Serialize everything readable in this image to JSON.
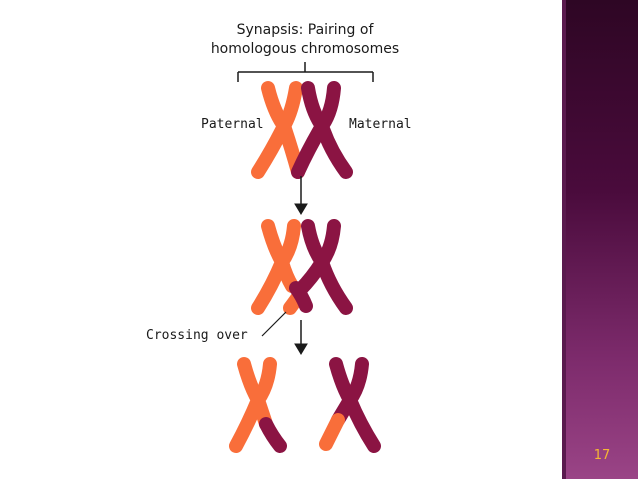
{
  "diagram": {
    "title_line1": "Synapsis: Pairing of",
    "title_line2": "homologous chromosomes",
    "label_paternal": "Paternal",
    "label_maternal": "Maternal",
    "label_crossing": "Crossing over"
  },
  "slide": {
    "page_number": "17"
  },
  "colors": {
    "paternal": "#f96e3a",
    "maternal": "#8b1443",
    "sidebar_dark": "#2e0624",
    "sidebar_light": "#9a4486",
    "page_number": "#f6b733"
  }
}
